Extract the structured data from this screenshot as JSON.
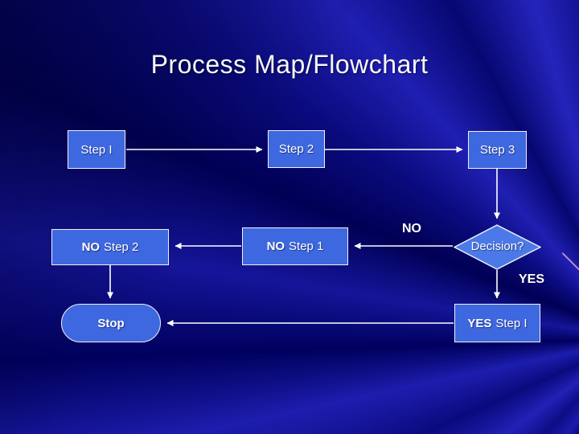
{
  "title": "Process Map/Flowchart",
  "nodes": {
    "step_i": {
      "label": "Step I"
    },
    "step_2": {
      "label": "Step 2"
    },
    "step_3": {
      "label": "Step 3"
    },
    "no_step_2": {
      "prefix": "NO",
      "rest": "Step 2"
    },
    "no_step_1": {
      "prefix": "NO",
      "rest": "Step 1"
    },
    "decision": {
      "label": "Decision?"
    },
    "stop": {
      "label": "Stop"
    },
    "yes_step_i": {
      "prefix": "YES",
      "rest": "Step I"
    }
  },
  "edge_labels": {
    "no": "NO",
    "yes": "YES"
  },
  "colors": {
    "background": "#000066",
    "ray_highlight": "#2424bc",
    "node_fill": "#3e68e0",
    "diamond_fill": "#4b7ae8",
    "node_border": "#f2f2f2",
    "connector": "#ffffff",
    "text": "#ffffff",
    "accent_streak": "#d49fd8"
  }
}
